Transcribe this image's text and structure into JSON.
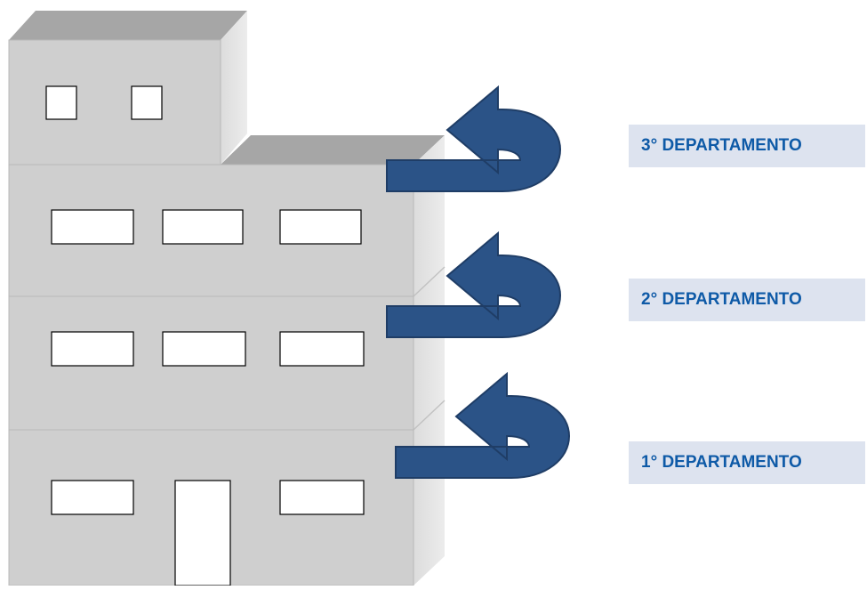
{
  "colors": {
    "arrow": "#2b5387",
    "arrow_border": "#1f3d66",
    "label_background": "#dde3ef",
    "label_text": "#0e5aa7",
    "building_front": "#cfcfcf",
    "building_side": "#e3e3e3",
    "building_roof": "#a6a6a6"
  },
  "diagram": {
    "floors": [
      {
        "label": "3° DEPARTAMENTO"
      },
      {
        "label": "2° DEPARTAMENTO"
      },
      {
        "label": "1° DEPARTAMENTO"
      }
    ]
  }
}
